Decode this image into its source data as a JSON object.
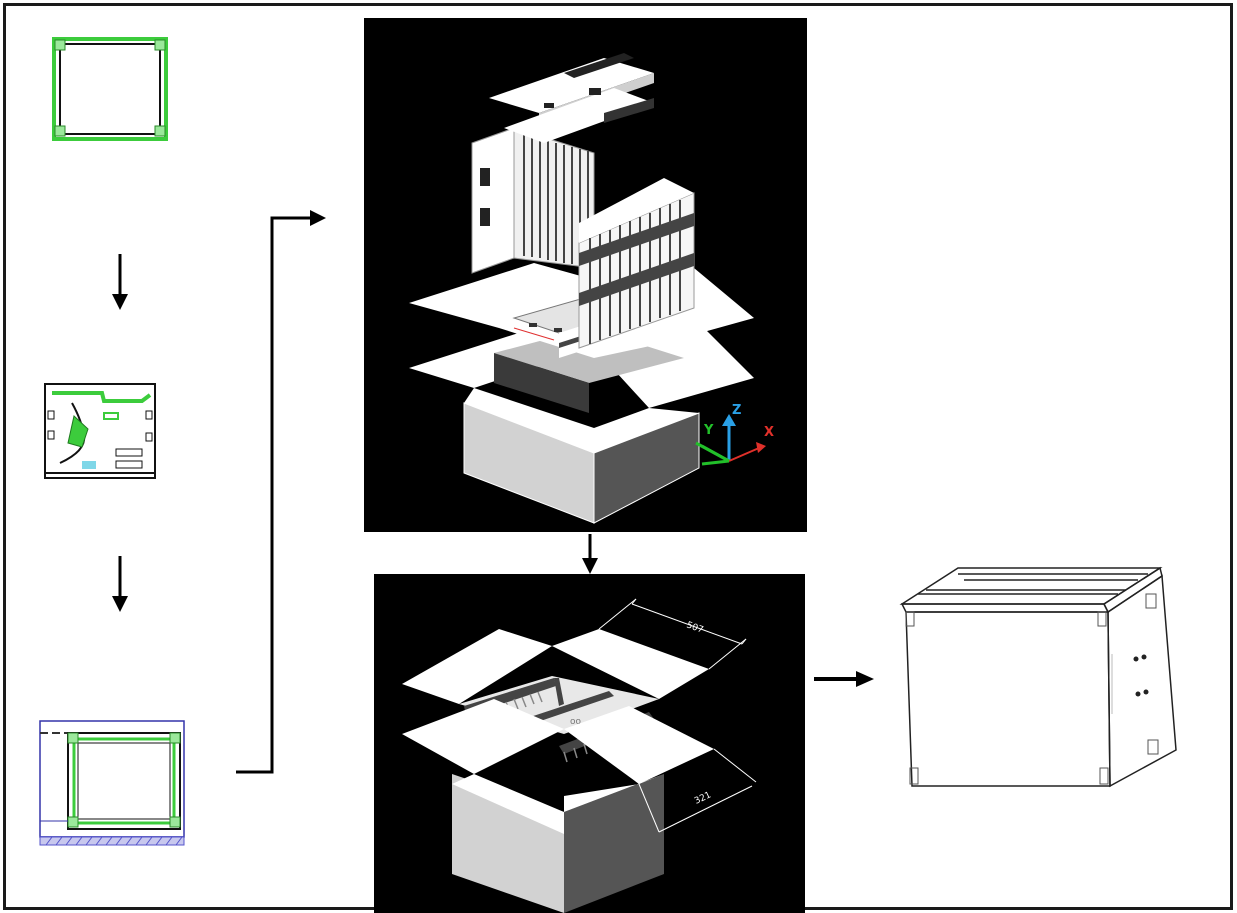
{
  "axis_labels": {
    "x": "X",
    "y": "Y",
    "z": "Z"
  },
  "dimensions": {
    "depth": "507",
    "width": "321"
  },
  "colors": {
    "axis_x": "#e0302a",
    "axis_y": "#22c02a",
    "axis_z": "#2aa0e6",
    "outline_green": "#3ccc3c",
    "outline_blue": "#3333aa",
    "panel_bg": "#000000"
  },
  "icons": [
    "arrow-down-icon",
    "arrow-right-icon",
    "axis-gizmo-icon"
  ]
}
